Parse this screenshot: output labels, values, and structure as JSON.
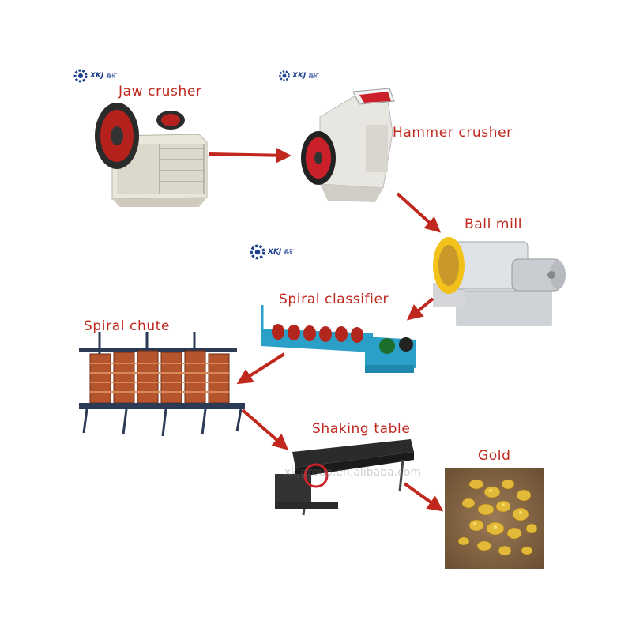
{
  "brand": {
    "logo_text": "XKJ",
    "logo_sub": "鑫矿",
    "watermark": "xkjgroup.en.alibaba.com"
  },
  "colors": {
    "label": "#c0281e",
    "arrow": "#c0281e",
    "logo": "#1d3f8c"
  },
  "steps": [
    {
      "label": "Jaw crusher"
    },
    {
      "label": "Hammer crusher"
    },
    {
      "label": "Ball mill"
    },
    {
      "label": "Spiral classifier"
    },
    {
      "label": "Spiral chute"
    },
    {
      "label": "Shaking table"
    },
    {
      "label": "Gold"
    }
  ]
}
